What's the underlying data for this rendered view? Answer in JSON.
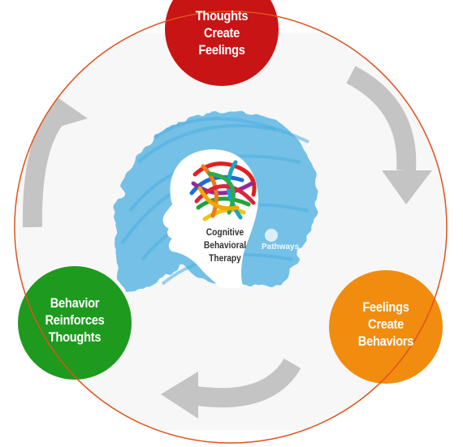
{
  "diagram": {
    "nodes": [
      {
        "id": "thoughts",
        "lines": [
          "Thoughts",
          "Create",
          "Feelings"
        ],
        "color": "#c81414"
      },
      {
        "id": "feelings",
        "lines": [
          "Feelings",
          "Create",
          "Behaviors"
        ],
        "color": "#f28c0f"
      },
      {
        "id": "behavior",
        "lines": [
          "Behavior",
          "Reinforces",
          "Thoughts"
        ],
        "color": "#1e9a1e"
      }
    ],
    "center": {
      "lines": [
        "Cognitive",
        "Behavioral",
        "Therapy"
      ],
      "head_color": "#4aaee0"
    },
    "brand": "Pathways",
    "ring_color": "#e0521c",
    "arrow_color": "#c4c4c4"
  }
}
